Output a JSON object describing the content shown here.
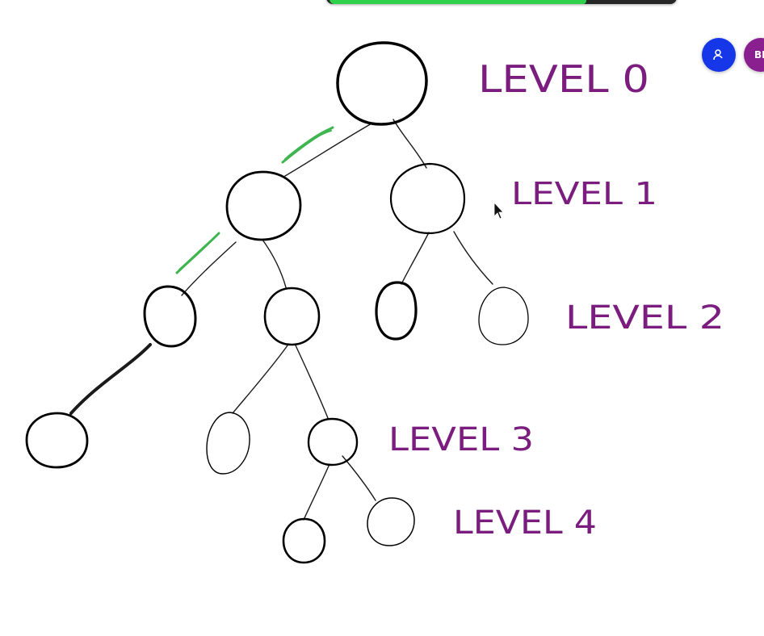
{
  "top_bar": {
    "progress": 0.74,
    "fill_color": "#2fd14c",
    "track_color": "#262626"
  },
  "participants": [
    {
      "icon": "user-icon",
      "color": "#1637e8"
    },
    {
      "initials": "BI",
      "color": "#8a1f8f"
    }
  ],
  "diagram": {
    "levels": [
      {
        "label": "LEVEL 0"
      },
      {
        "label": "LEVEL 1"
      },
      {
        "label": "LEVEL 2"
      },
      {
        "label": "LEVEL 3"
      },
      {
        "label": "LEVEL 4"
      }
    ],
    "label_color": "#7b1d7e",
    "node_color": "#000000",
    "highlight_color": "#3fb550"
  }
}
